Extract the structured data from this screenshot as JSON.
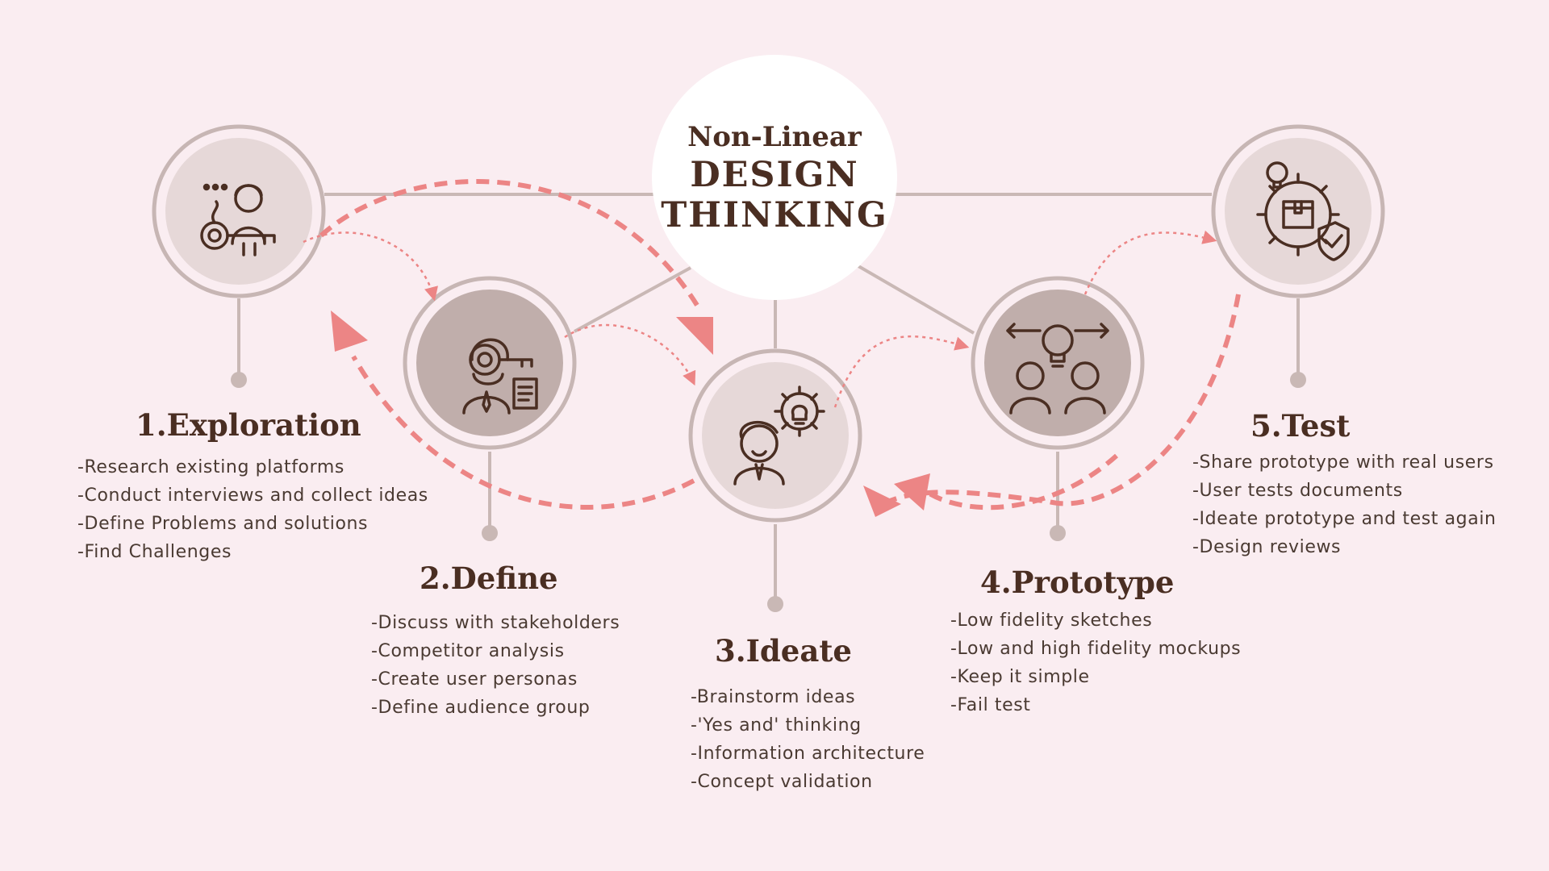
{
  "header": {
    "title_line1": "Non-Linear",
    "title_line2": "DESIGN",
    "title_line3": "THINKING"
  },
  "colors": {
    "background": "#faedf1",
    "ring": "#c7b6b4",
    "inner_light": "#e6d8d8",
    "inner_dark": "#c0aeab",
    "text": "#4a2e22",
    "arrow": "#ec8585"
  },
  "steps": [
    {
      "title": "1.Exploration",
      "icon": "key-person-icon",
      "items": [
        "-Research existing platforms",
        "-Conduct interviews and collect ideas",
        "-Define Problems and solutions",
        "-Find Challenges"
      ]
    },
    {
      "title": "2.Define",
      "icon": "magnifier-person-icon",
      "items": [
        "-Discuss with stakeholders",
        "-Competitor analysis",
        "-Create user personas",
        "-Define audience group"
      ]
    },
    {
      "title": "3.Ideate",
      "icon": "idea-gear-person-icon",
      "items": [
        "-Brainstorm ideas",
        "-'Yes and' thinking",
        "-Information architecture",
        "-Concept validation"
      ]
    },
    {
      "title": "4.Prototype",
      "icon": "bulb-people-arrows-icon",
      "items": [
        "-Low fidelity sketches",
        "-Low and high fidelity mockups",
        "-Keep it simple",
        "-Fail test"
      ]
    },
    {
      "title": "5.Test",
      "icon": "gear-box-shield-icon",
      "items": [
        "-Share prototype with real users",
        "-User tests documents",
        "-Ideate prototype and test again",
        "-Design reviews"
      ]
    }
  ]
}
